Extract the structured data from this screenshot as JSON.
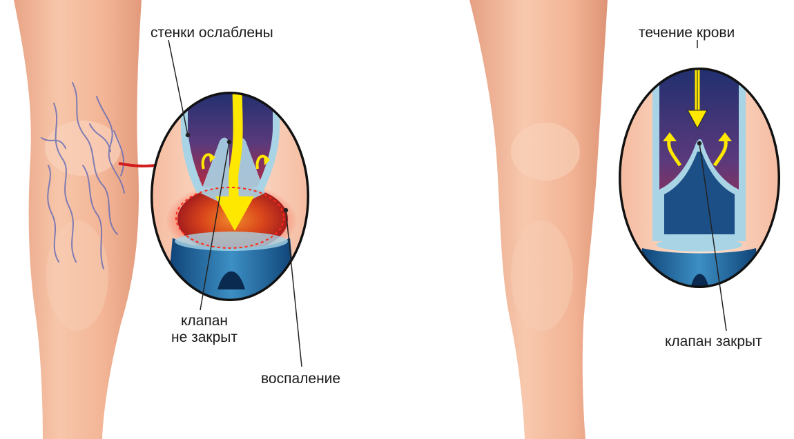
{
  "left_panel": {
    "labels": {
      "walls_weakened": "стенки ослаблены",
      "valve_open_line1": "клапан",
      "valve_open_line2": "не закрыт",
      "inflammation": "воспаление"
    }
  },
  "right_panel": {
    "labels": {
      "blood_flow": "течение крови",
      "valve_closed": "клапан закрыт"
    }
  },
  "colors": {
    "skin": "#f3b89a",
    "vein_dark": "#2c3f7c",
    "vein_wall": "#a8d4e6",
    "blood_red": "#b3243a",
    "arrow_yellow": "#ffe800",
    "inflammation_red": "#e8201a",
    "varicose_vein": "#6b6fb5"
  }
}
